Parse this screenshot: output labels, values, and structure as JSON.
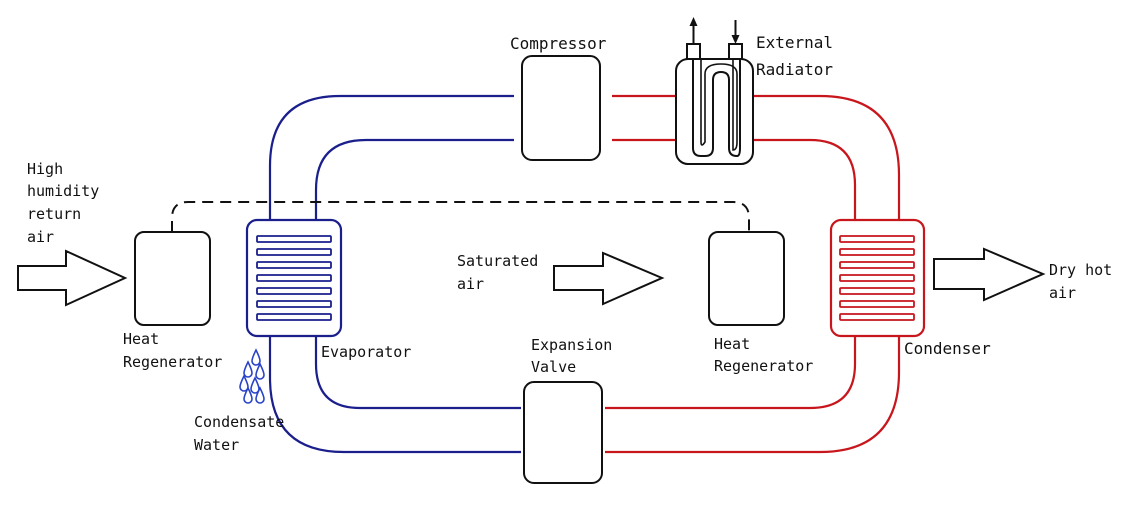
{
  "colors": {
    "cold": "#1a1f8c",
    "hot": "#c8161d",
    "ink": "#111111",
    "water": "#2a44c8"
  },
  "components": {
    "compressor": "Compressor",
    "external_radiator": [
      "External",
      "Radiator"
    ],
    "evaporator": "Evaporator",
    "expansion_valve": [
      "Expansion",
      "Valve"
    ],
    "condenser": "Condenser",
    "heat_regenerator_left": [
      "Heat",
      "Regenerator"
    ],
    "heat_regenerator_right": [
      "Heat",
      "Regenerator"
    ]
  },
  "flows": {
    "inlet_air": [
      "High",
      "humidity",
      "return",
      "air"
    ],
    "saturated_air": [
      "Saturated",
      "air"
    ],
    "outlet_air": [
      "Dry hot",
      "air"
    ],
    "condensate": [
      "Condensate",
      "Water"
    ]
  },
  "icons": {
    "arrow": "hollow-arrow-icon",
    "drops": "water-drop-icon"
  }
}
